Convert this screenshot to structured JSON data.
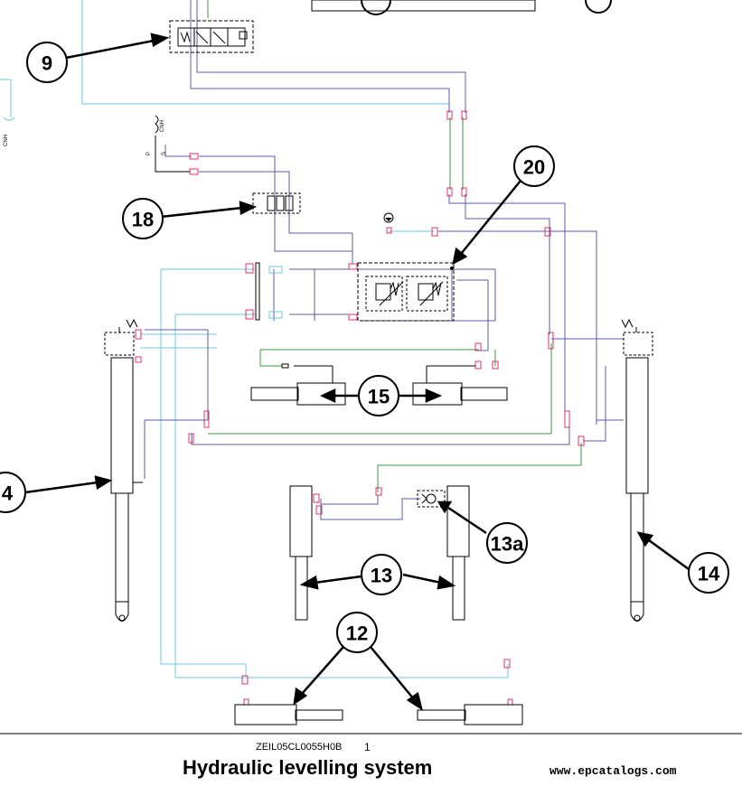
{
  "diagram": {
    "title": "Hydraulic levelling system",
    "code": "ZEIL05CL0055H0B",
    "page_number": "1",
    "url": "www.epcatalogs.com",
    "callouts": {
      "c9": "9",
      "c18": "18",
      "c20": "20",
      "c15": "15",
      "c4": "4",
      "c13": "13",
      "c13a": "13a",
      "c14": "14",
      "c12": "12"
    },
    "port_labels": {
      "cnh_left": "CNH",
      "cnh_top": "CNH",
      "p": "P",
      "s": "S"
    },
    "line_colors": {
      "pressure": "#5a5aa8",
      "return": "#6ec6e6",
      "pilot": "#3a9a3a",
      "fitting": "#e0306a",
      "component": "#000000"
    }
  }
}
